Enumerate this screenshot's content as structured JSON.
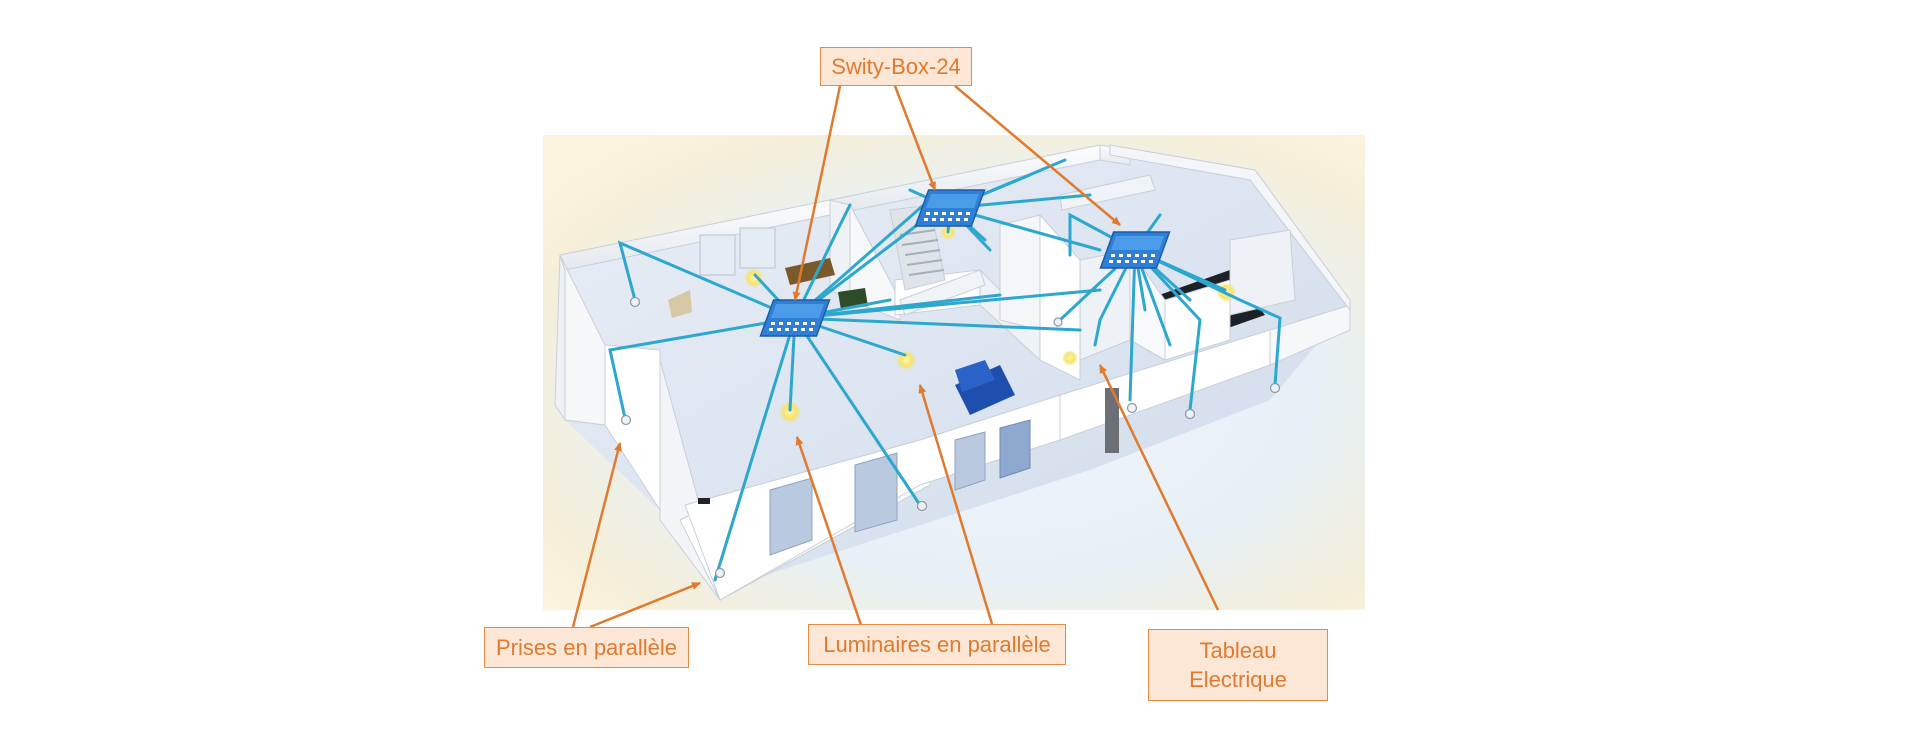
{
  "labels": {
    "hub": "Swity-Box-24",
    "outlets": "Prises en parallèle",
    "lights": "Luminaires en parallèle",
    "panel_line1": "Tableau",
    "panel_line2": "Electrique"
  },
  "colors": {
    "accent": "#e07a2e",
    "label_fill": "#fce7d6",
    "cable": "#2ea7cf",
    "hub_box": "#2f7fd6",
    "wall": "#f4f5f7",
    "floor": "#dde7f4",
    "sofa": "#1e4fae",
    "bulb": "#f7e36a"
  },
  "icons": {
    "hub": "junction-box-icon",
    "light": "light-bulb-icon",
    "outlet": "power-outlet-icon"
  }
}
